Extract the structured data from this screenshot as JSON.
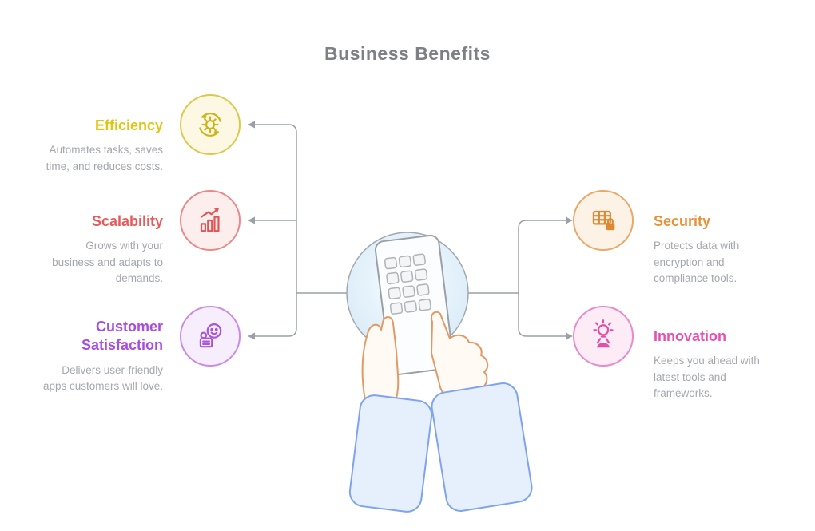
{
  "title": "Business Benefits",
  "colors": {
    "title_text": "#7d8084",
    "description_text": "#a4a8ae",
    "connector": "#9aa0a6"
  },
  "center": {
    "icon": "hands-touch-phone-illustration"
  },
  "left_items": [
    {
      "label": "Efficiency",
      "description": "Automates tasks, saves time, and reduces costs.",
      "accent": "#e2c414",
      "icon": "sync-gear-icon"
    },
    {
      "label": "Scalability",
      "description": "Grows with your business and adapts to demands.",
      "accent": "#e85a5a",
      "icon": "growth-chart-icon"
    },
    {
      "label": "Customer Satisfaction",
      "description": "Delivers user-friendly apps customers will love.",
      "accent": "#a84de0",
      "icon": "happy-customer-icon"
    }
  ],
  "right_items": [
    {
      "label": "Security",
      "description": "Protects data with encryption and compliance tools.",
      "accent": "#e8923c",
      "icon": "locked-data-icon"
    },
    {
      "label": "Innovation",
      "description": "Keeps you ahead with latest tools and frameworks.",
      "accent": "#e84fb2",
      "icon": "idea-person-icon"
    }
  ]
}
